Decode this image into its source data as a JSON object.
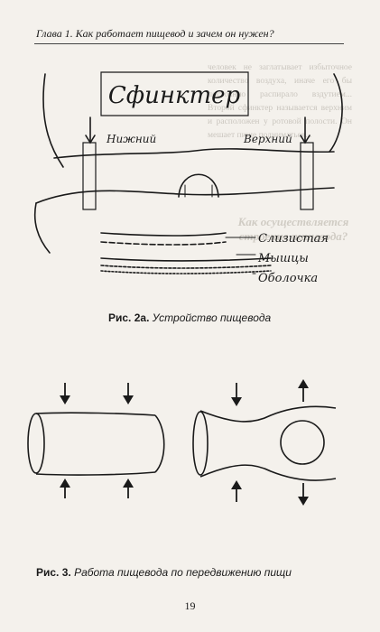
{
  "header": {
    "title": "Глава 1. Как работает пищевод и зачем он нужен?"
  },
  "figure_2a": {
    "title": "Сфинктер",
    "label_lower": "Нижний",
    "label_upper": "Верхний",
    "layers": [
      "Слизистая",
      "Мышцы",
      "Оболочка"
    ],
    "caption_num": "Рис. 2а.",
    "caption_text": "Устройство пищевода"
  },
  "figure_3": {
    "caption_num": "Рис. 3.",
    "caption_text": "Работа пищевода по передвижению пищи"
  },
  "background": {
    "text": "человек не заглатывает избыточное количество воздуха, иначе его бы постоянно распирало вздутием... Второй сфинктер называется верхним и расположен у ротовой полости. Он мешает пище подниматься...",
    "heading": "Как осуществляется строение пищевода?"
  },
  "page": {
    "number": "19"
  }
}
